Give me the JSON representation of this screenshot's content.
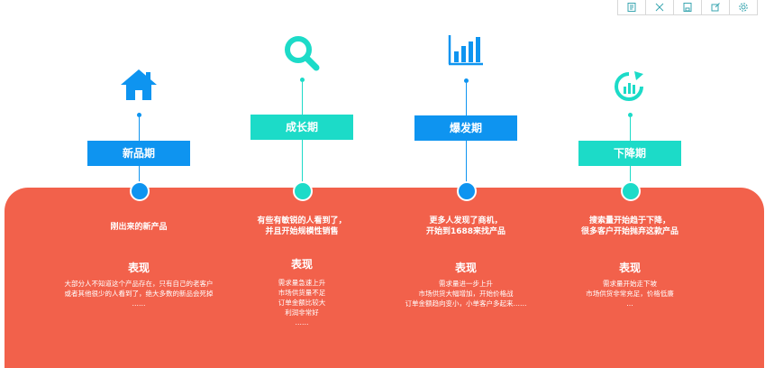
{
  "toolbar": {
    "buttons": [
      {
        "name": "data-view-icon"
      },
      {
        "name": "expand-icon"
      },
      {
        "name": "save-icon"
      },
      {
        "name": "export-icon"
      },
      {
        "name": "settings-icon"
      }
    ]
  },
  "colors": {
    "blue": "#0e94f0",
    "teal": "#1cdbc8",
    "coral": "#f2614b"
  },
  "stages": [
    {
      "icon": "home-icon",
      "label": "新品期",
      "desc_lines": [
        "刚出来的新产品"
      ],
      "perf_title": "表现",
      "perf_lines": [
        "大部分人不知道这个产品存在，只有自己的老客户",
        "或者其他很少的人看到了，绝大多数的新品会死掉",
        "……"
      ]
    },
    {
      "icon": "search-icon",
      "label": "成长期",
      "desc_lines": [
        "有些有敏锐的人看到了，",
        "并且开始规模性销售"
      ],
      "perf_title": "表现",
      "perf_lines": [
        "需求量急速上升",
        "市场供货量不足",
        "订单金额比较大",
        "利润非常好",
        "……"
      ]
    },
    {
      "icon": "bar-chart-icon",
      "label": "爆发期",
      "desc_lines": [
        "更多人发现了商机，",
        "开始到1688来找产品"
      ],
      "perf_title": "表现",
      "perf_lines": [
        "需求量进一步上升",
        "市场供货大幅增加，开始价格战",
        "订单金额趋向变小，小单客户多起来……"
      ]
    },
    {
      "icon": "refresh-icon",
      "label": "下降期",
      "desc_lines": [
        "搜索量开始趋于下降，",
        "很多客户开始抛弃这款产品"
      ],
      "perf_title": "表现",
      "perf_lines": [
        "需求量开始走下坡",
        "市场供货非常充足，价格低廉",
        "…"
      ]
    }
  ]
}
